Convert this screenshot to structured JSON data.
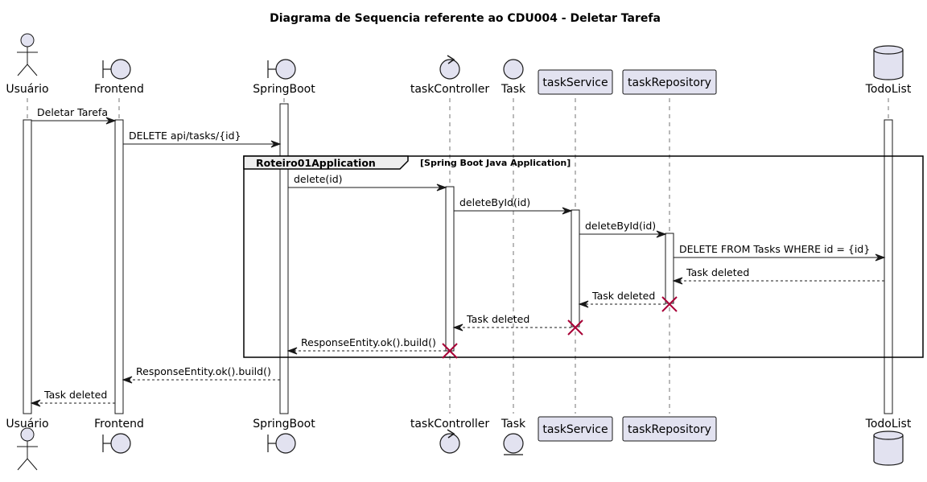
{
  "title": "Diagrama de Sequencia referente ao CDU004 - Deletar Tarefa",
  "colors": {
    "participant_fill": "#E2E2F0",
    "participant_stroke": "#181818",
    "fragment_header_fill": "#EEEEEE",
    "destroy_mark": "#A80036"
  },
  "participants": [
    {
      "id": "usuario",
      "label": "Usuário",
      "kind": "actor",
      "icon": "actor-stick-figure"
    },
    {
      "id": "frontend",
      "label": "Frontend",
      "kind": "boundary",
      "icon": "boundary-icon"
    },
    {
      "id": "springboot",
      "label": "SpringBoot",
      "kind": "boundary",
      "icon": "boundary-icon"
    },
    {
      "id": "taskcontroller",
      "label": "taskController",
      "kind": "control",
      "icon": "control-icon"
    },
    {
      "id": "task",
      "label": "Task",
      "kind": "entity",
      "icon": "entity-icon"
    },
    {
      "id": "taskservice",
      "label": "taskService",
      "kind": "participant",
      "icon": "box"
    },
    {
      "id": "taskrepository",
      "label": "taskRepository",
      "kind": "participant",
      "icon": "box"
    },
    {
      "id": "todolist",
      "label": "TodoList",
      "kind": "database",
      "icon": "database-icon"
    }
  ],
  "fragment": {
    "name": "Roteiro01Application",
    "condition": "[Spring Boot Java Application]"
  },
  "messages": [
    {
      "from": "usuario",
      "to": "frontend",
      "label": "Deletar Tarefa",
      "dashed": false
    },
    {
      "from": "frontend",
      "to": "springboot",
      "label": "DELETE api/tasks/{id}",
      "dashed": false
    },
    {
      "from": "springboot",
      "to": "taskcontroller",
      "label": "delete(id)",
      "dashed": false
    },
    {
      "from": "taskcontroller",
      "to": "taskservice",
      "label": "deleteById(id)",
      "dashed": false
    },
    {
      "from": "taskservice",
      "to": "taskrepository",
      "label": "deleteById(id)",
      "dashed": false
    },
    {
      "from": "taskrepository",
      "to": "todolist",
      "label": "DELETE FROM Tasks WHERE id = {id}",
      "dashed": false
    },
    {
      "from": "todolist",
      "to": "taskrepository",
      "label": "Task deleted",
      "dashed": true
    },
    {
      "from": "taskrepository",
      "to": "taskservice",
      "label": "Task deleted",
      "dashed": true,
      "destroy_source": true
    },
    {
      "from": "taskservice",
      "to": "taskcontroller",
      "label": "Task deleted",
      "dashed": true,
      "destroy_source": true
    },
    {
      "from": "taskcontroller",
      "to": "springboot",
      "label": "ResponseEntity.ok().build()",
      "dashed": true,
      "destroy_source": true
    },
    {
      "from": "springboot",
      "to": "frontend",
      "label": "ResponseEntity.ok().build()",
      "dashed": true
    },
    {
      "from": "frontend",
      "to": "usuario",
      "label": "Task deleted",
      "dashed": true
    }
  ]
}
